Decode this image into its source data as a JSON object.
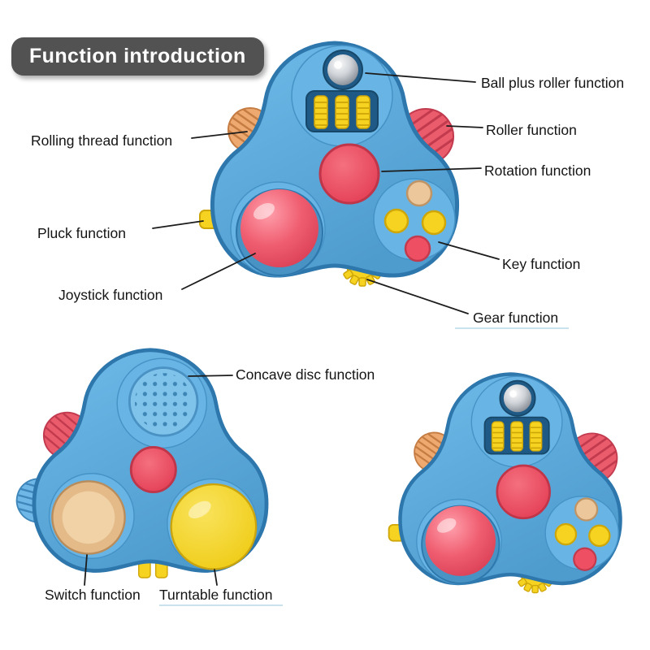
{
  "title": {
    "badge_label": "Function introduction"
  },
  "callouts": {
    "ball_plus_roller": "Ball plus roller function",
    "roller": "Roller function",
    "rotation": "Rotation function",
    "rolling_thread": "Rolling thread function",
    "pluck": "Pluck function",
    "joystick": "Joystick function",
    "key": "Key function",
    "gear": "Gear function",
    "concave_disc": "Concave disc function",
    "switch": "Switch function",
    "turntable": "Turntable function"
  },
  "colors": {
    "body_blue": "#5aa9dc",
    "body_outline": "#2d77ad",
    "accent_red": "#e8485c",
    "accent_yellow": "#f5d320",
    "accent_tan": "#e9c28f",
    "metal_gray": "#aeb4bb",
    "badge_bg": "#525252",
    "badge_text": "#ffffff",
    "leader_line": "#1c1c1c"
  }
}
